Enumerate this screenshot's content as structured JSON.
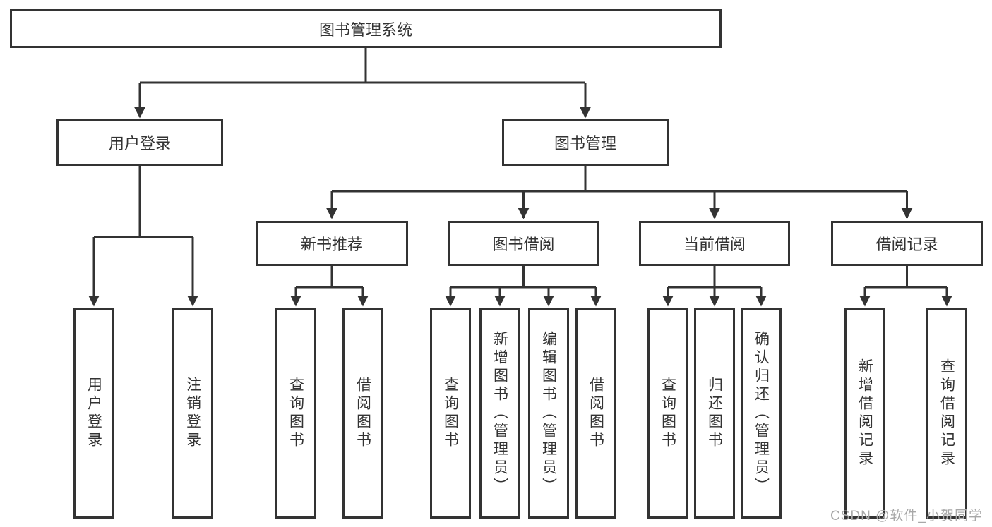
{
  "diagram": {
    "type": "tree",
    "title": "图书管理系统",
    "colors": {
      "line": "#333333",
      "box_border": "#333333",
      "text": "#333333",
      "watermark": "#a8a8a8",
      "background": "#ffffff"
    },
    "tree": {
      "label": "图书管理系统",
      "children": [
        {
          "label": "用户登录",
          "children": [
            {
              "label": "用户登录"
            },
            {
              "label": "注销登录"
            }
          ]
        },
        {
          "label": "图书管理",
          "children": [
            {
              "label": "新书推荐",
              "children": [
                {
                  "label": "查询图书"
                },
                {
                  "label": "借阅图书"
                }
              ]
            },
            {
              "label": "图书借阅",
              "children": [
                {
                  "label": "查询图书"
                },
                {
                  "label": "新增图书（管理员）"
                },
                {
                  "label": "编辑图书（管理员）"
                },
                {
                  "label": "借阅图书"
                }
              ]
            },
            {
              "label": "当前借阅",
              "children": [
                {
                  "label": "查询图书"
                },
                {
                  "label": "归还图书"
                },
                {
                  "label": "确认归还（管理员）"
                }
              ]
            },
            {
              "label": "借阅记录",
              "children": [
                {
                  "label": "新增借阅记录"
                },
                {
                  "label": "查询借阅记录"
                }
              ]
            }
          ]
        }
      ]
    },
    "watermark": {
      "text": "CSDN @软件_小贺同学"
    }
  }
}
